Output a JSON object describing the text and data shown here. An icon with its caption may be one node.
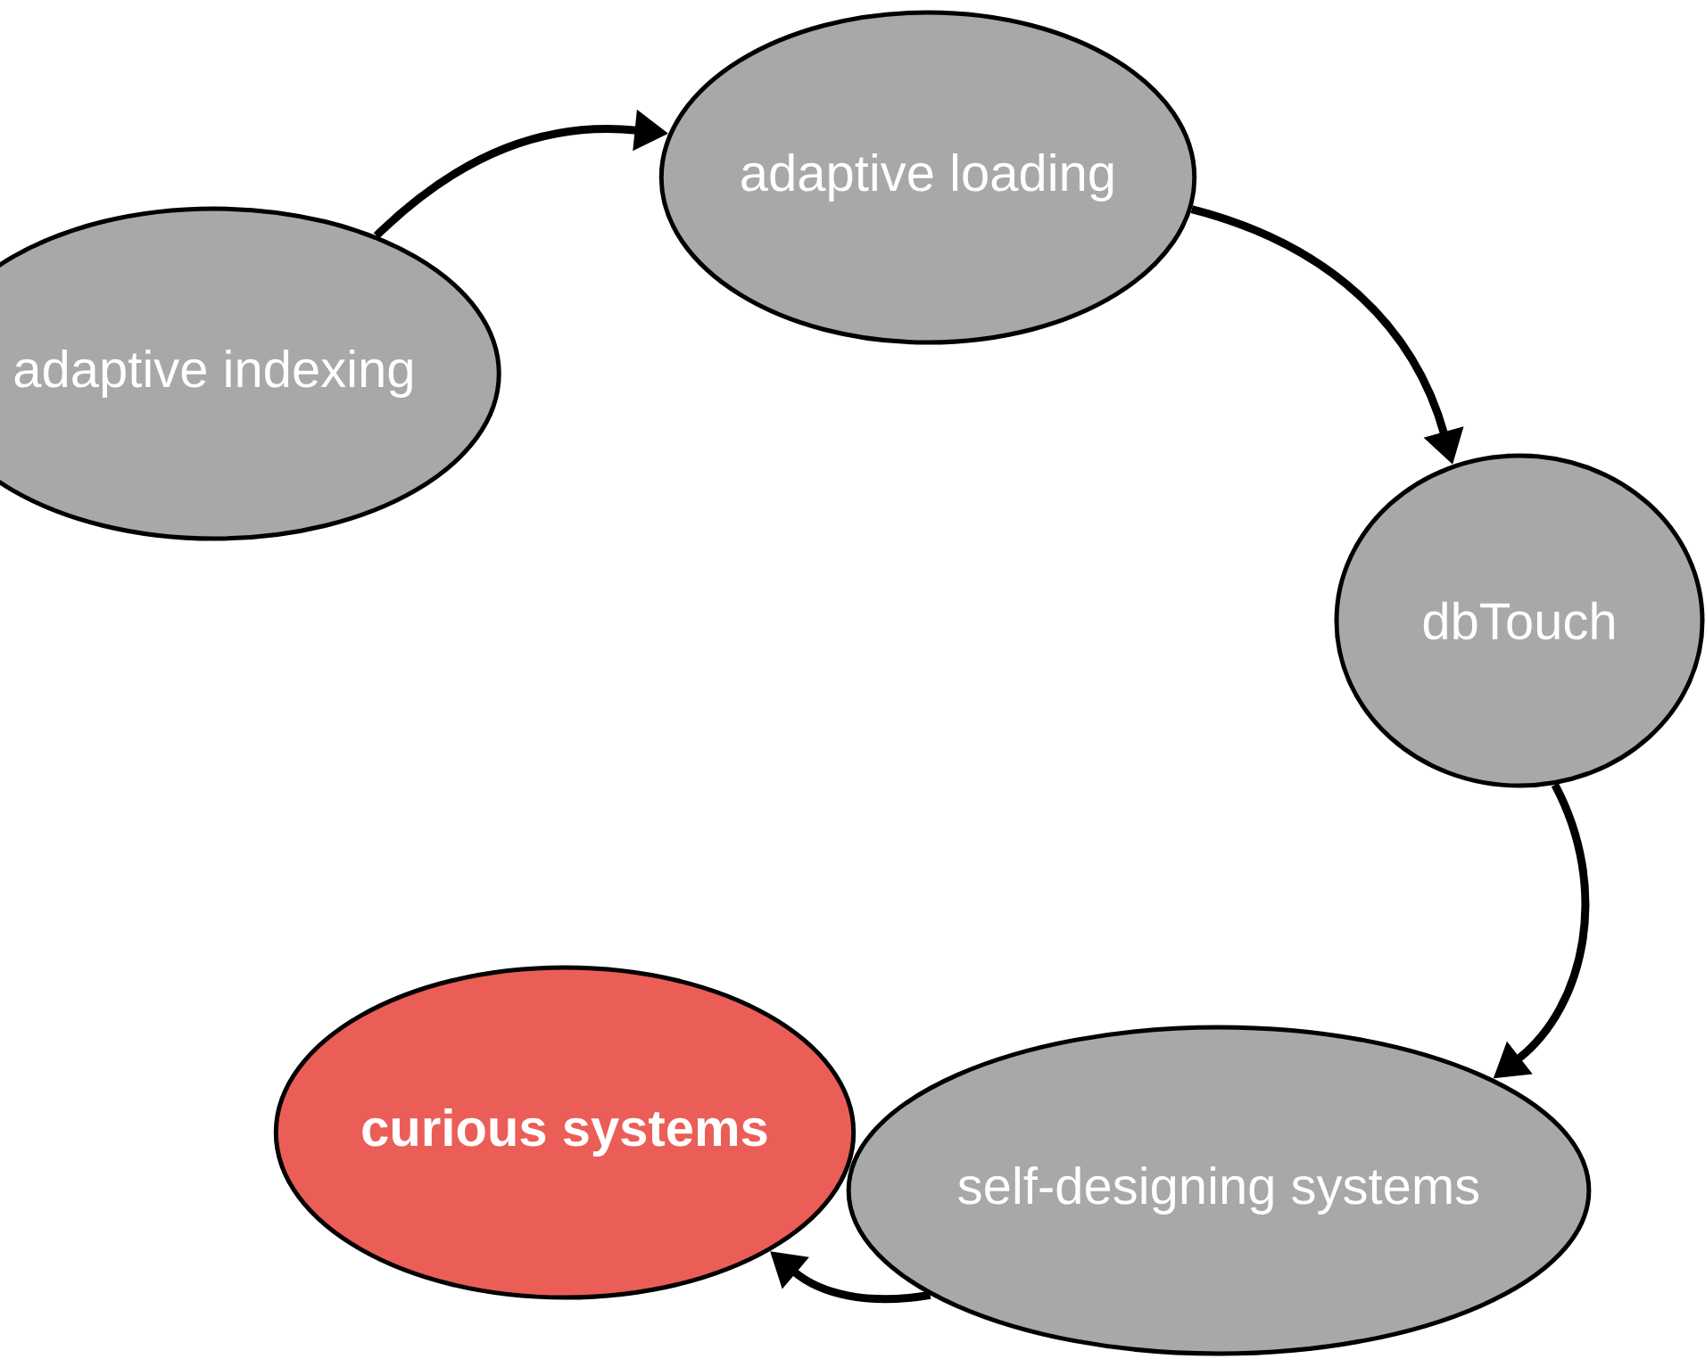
{
  "diagram": {
    "nodes": [
      {
        "text": [
          "adaptive indexing"
        ]
      },
      {
        "text": [
          "adaptive loading"
        ]
      },
      {
        "text": [
          "dbTouch"
        ]
      },
      {
        "text": [
          "self-designing systems"
        ]
      },
      {
        "text": [
          "curious systems"
        ]
      }
    ],
    "edges": [
      {
        "from": 0,
        "to": 1,
        "arrow": "to"
      },
      {
        "from": 1,
        "to": 2,
        "arrow": "to"
      },
      {
        "from": 2,
        "to": 3,
        "arrow": "to"
      },
      {
        "from": 3,
        "to": 4,
        "arrow": "to"
      }
    ]
  }
}
